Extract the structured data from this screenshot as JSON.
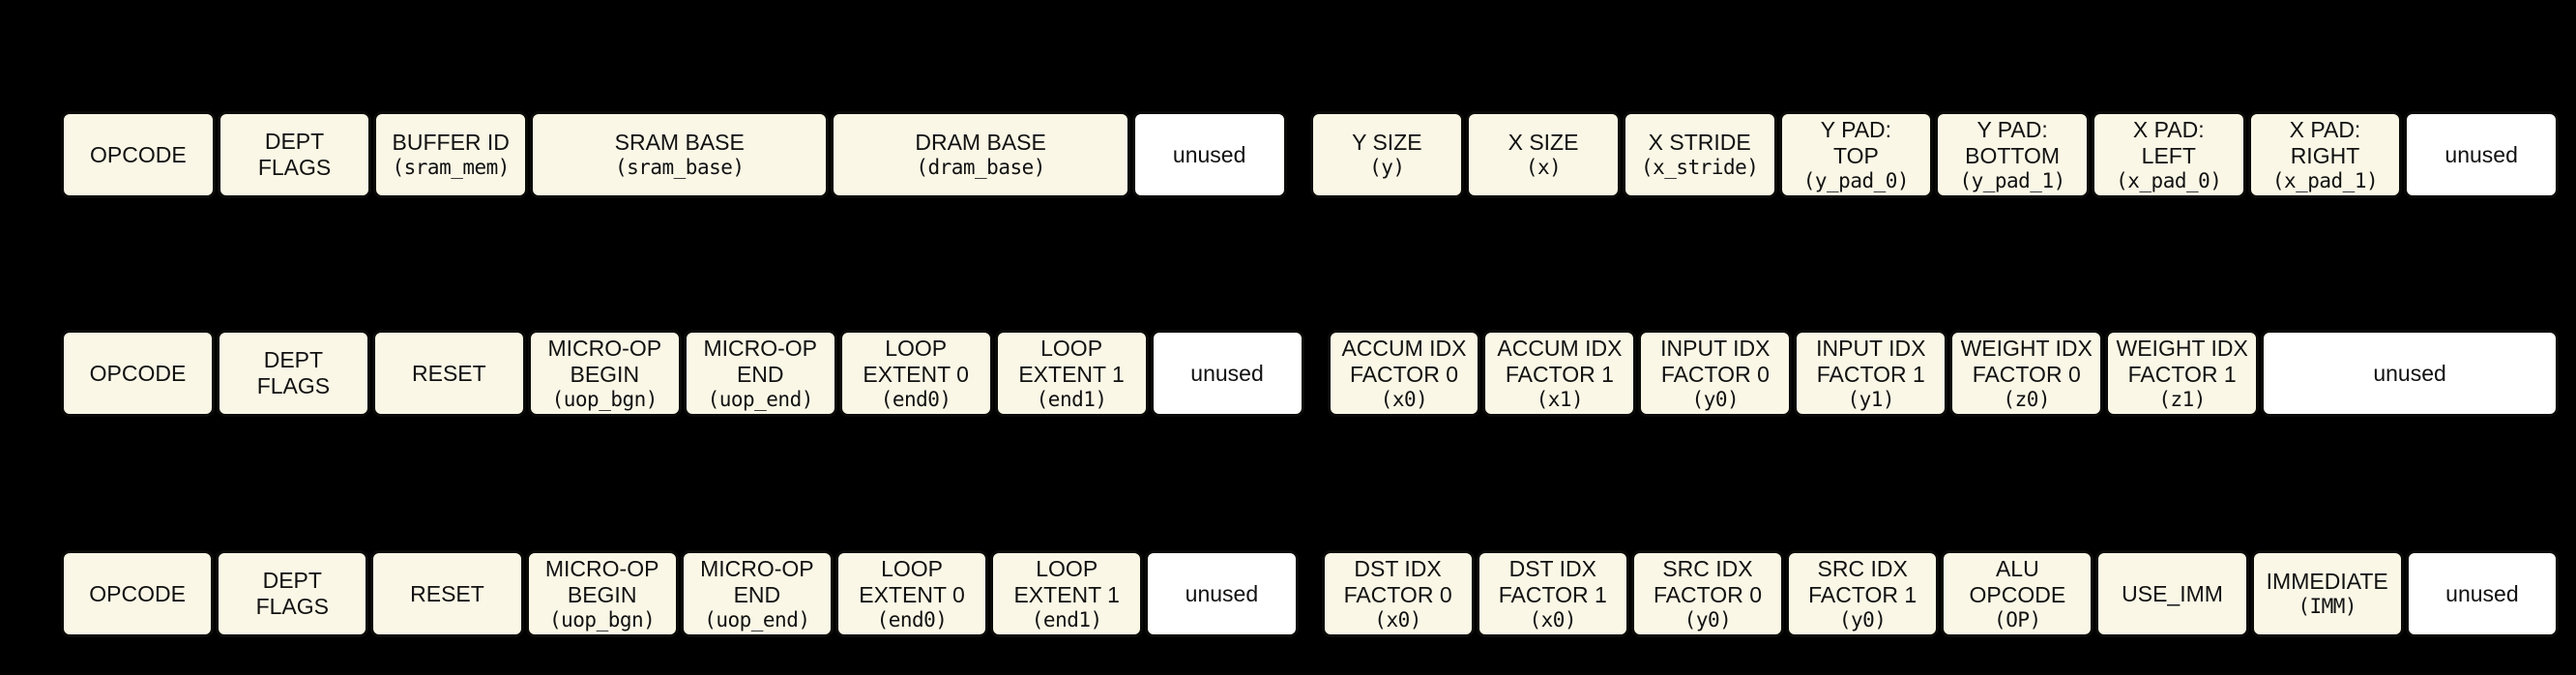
{
  "diagram": {
    "colors": {
      "background": "#000000",
      "box_fill": "#faf7e6",
      "unused_fill": "#ffffff",
      "border_color": "#0a0a08",
      "text_color": "#111111"
    },
    "rows": [
      {
        "name": "instruction-row-1",
        "fields_left": [
          {
            "label": "OPCODE",
            "width": 1
          },
          {
            "label": "DEPT\nFLAGS",
            "width": 1
          },
          {
            "label": "BUFFER ID",
            "code": "(sram_mem)",
            "width": 1
          },
          {
            "label": "SRAM BASE",
            "code": "(sram_base)",
            "width": 2
          },
          {
            "label": "DRAM BASE",
            "code": "(dram_base)",
            "width": 2
          },
          {
            "label": "unused",
            "unused": true,
            "width": 1
          }
        ],
        "fields_right": [
          {
            "label": "Y SIZE",
            "code": "(y)",
            "width": 1
          },
          {
            "label": "X SIZE",
            "code": "(x)",
            "width": 1
          },
          {
            "label": "X STRIDE",
            "code": "(x_stride)",
            "width": 1
          },
          {
            "label": "Y PAD:\nTOP",
            "code": "(y_pad_0)",
            "width": 1
          },
          {
            "label": "Y PAD:\nBOTTOM",
            "code": "(y_pad_1)",
            "width": 1
          },
          {
            "label": "X PAD:\nLEFT",
            "code": "(x_pad_0)",
            "width": 1
          },
          {
            "label": "X PAD:\nRIGHT",
            "code": "(x_pad_1)",
            "width": 1
          },
          {
            "label": "unused",
            "unused": true,
            "width": 1
          }
        ]
      },
      {
        "name": "instruction-row-2",
        "fields_left": [
          {
            "label": "OPCODE",
            "width": 1
          },
          {
            "label": "DEPT\nFLAGS",
            "width": 1
          },
          {
            "label": "RESET",
            "width": 1
          },
          {
            "label": "MICRO-OP\nBEGIN",
            "code": "(uop_bgn)",
            "width": 1
          },
          {
            "label": "MICRO-OP\nEND",
            "code": "(uop_end)",
            "width": 1
          },
          {
            "label": "LOOP\nEXTENT 0",
            "code": "(end0)",
            "width": 1
          },
          {
            "label": "LOOP\nEXTENT 1",
            "code": "(end1)",
            "width": 1
          },
          {
            "label": "unused",
            "unused": true,
            "width": 1
          }
        ],
        "fields_right": [
          {
            "label": "ACCUM IDX\nFACTOR 0",
            "code": "(x0)",
            "width": 1
          },
          {
            "label": "ACCUM IDX\nFACTOR 1",
            "code": "(x1)",
            "width": 1
          },
          {
            "label": "INPUT IDX\nFACTOR 0",
            "code": "(y0)",
            "width": 1
          },
          {
            "label": "INPUT IDX\nFACTOR 1",
            "code": "(y1)",
            "width": 1
          },
          {
            "label": "WEIGHT IDX\nFACTOR 0",
            "code": "(z0)",
            "width": 1
          },
          {
            "label": "WEIGHT IDX\nFACTOR 1",
            "code": "(z1)",
            "width": 1
          },
          {
            "label": "unused",
            "unused": true,
            "width": 2
          }
        ]
      },
      {
        "name": "instruction-row-3",
        "fields_left": [
          {
            "label": "OPCODE",
            "width": 1
          },
          {
            "label": "DEPT\nFLAGS",
            "width": 1
          },
          {
            "label": "RESET",
            "width": 1
          },
          {
            "label": "MICRO-OP\nBEGIN",
            "code": "(uop_bgn)",
            "width": 1
          },
          {
            "label": "MICRO-OP\nEND",
            "code": "(uop_end)",
            "width": 1
          },
          {
            "label": "LOOP\nEXTENT 0",
            "code": "(end0)",
            "width": 1
          },
          {
            "label": "LOOP\nEXTENT 1",
            "code": "(end1)",
            "width": 1
          },
          {
            "label": "unused",
            "unused": true,
            "width": 1
          }
        ],
        "fields_right": [
          {
            "label": "DST IDX\nFACTOR 0",
            "code": "(x0)",
            "width": 1
          },
          {
            "label": "DST IDX\nFACTOR 1",
            "code": "(x0)",
            "width": 1
          },
          {
            "label": "SRC IDX\nFACTOR 0",
            "code": "(y0)",
            "width": 1
          },
          {
            "label": "SRC IDX\nFACTOR 1",
            "code": "(y0)",
            "width": 1
          },
          {
            "label": "ALU\nOPCODE",
            "code": "(OP)",
            "width": 1
          },
          {
            "label": "USE_IMM",
            "width": 1
          },
          {
            "label": "IMMEDIATE",
            "code": "(IMM)",
            "width": 1
          },
          {
            "label": "unused",
            "unused": true,
            "width": 1
          }
        ]
      }
    ]
  }
}
